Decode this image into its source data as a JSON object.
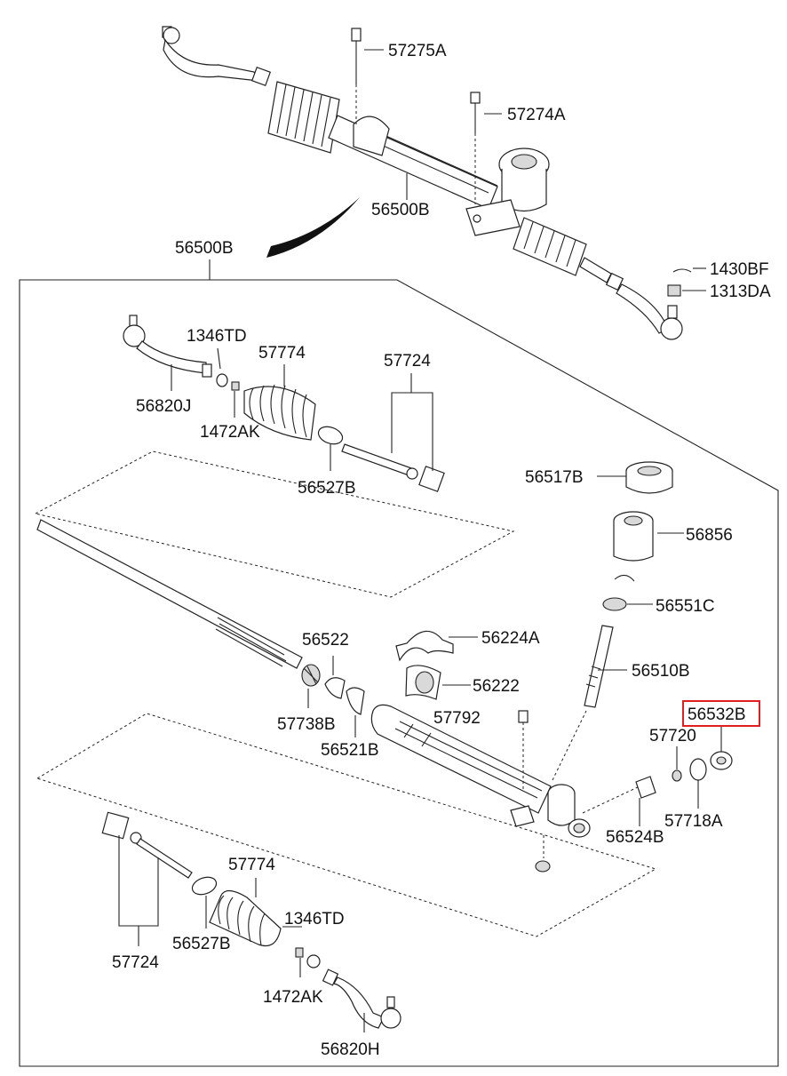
{
  "labels": {
    "top_57275a": "57275A",
    "top_57274a": "57274A",
    "top_56500b": "56500B",
    "top_1430bf": "1430BF",
    "top_1313da": "1313DA",
    "box_56500b": "56500B",
    "l_1346td": "1346TD",
    "l_57774": "57774",
    "l_57724": "57724",
    "l_56820j": "56820J",
    "l_1472ak": "1472AK",
    "l_56527b": "56527B",
    "r_56517b": "56517B",
    "r_56856": "56856",
    "r_56551c": "56551C",
    "r_56224a": "56224A",
    "r_56522": "56522",
    "r_56222": "56222",
    "r_56510b": "56510B",
    "r_56532b": "56532B",
    "r_57720": "57720",
    "r_57792": "57792",
    "r_57738b": "57738B",
    "r_56521b": "56521B",
    "r_57718a": "57718A",
    "r_56524b": "56524B",
    "b_57774": "57774",
    "b_1346td": "1346TD",
    "b_56527b": "56527B",
    "b_57724": "57724",
    "b_1472ak": "1472AK",
    "b_56820h": "56820H"
  },
  "highlight": {
    "part": "56532B",
    "color": "#e02020"
  }
}
